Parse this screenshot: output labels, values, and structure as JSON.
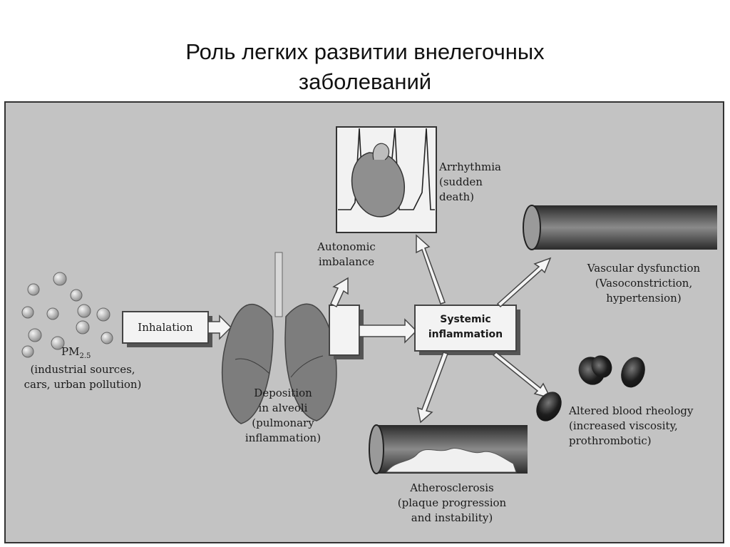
{
  "title": {
    "line1": "Роль легких развитии  внелегочных",
    "line2": "заболеваний"
  },
  "diagram": {
    "particles": {
      "label_main": "PM",
      "label_sub": "2.5",
      "source_line1": "(industrial sources,",
      "source_line2": "cars, urban pollution)"
    },
    "inhalation": "Inhalation",
    "deposition": [
      "Deposition",
      "in alveoli",
      "(pulmonary",
      "inflammation)"
    ],
    "autonomic": [
      "Autonomic",
      "imbalance"
    ],
    "arrhythmia": [
      "Arrhythmia",
      "(sudden",
      "death)"
    ],
    "systemic": [
      "Systemic",
      "inflammation"
    ],
    "vascular": [
      "Vascular dysfunction",
      "(Vasoconstriction,",
      "hypertension)"
    ],
    "blood": [
      "Altered blood rheology",
      "(increased viscosity,",
      "prothrombotic)"
    ],
    "athero": [
      "Atherosclerosis",
      "(plaque progression",
      "and instability)"
    ]
  },
  "colors": {
    "panel": "#c3c3c3",
    "box": "#f3f3f3",
    "arrow": "#f5f5f5",
    "organ": "#7d7d7d",
    "vessel": "#3a3a3a"
  }
}
